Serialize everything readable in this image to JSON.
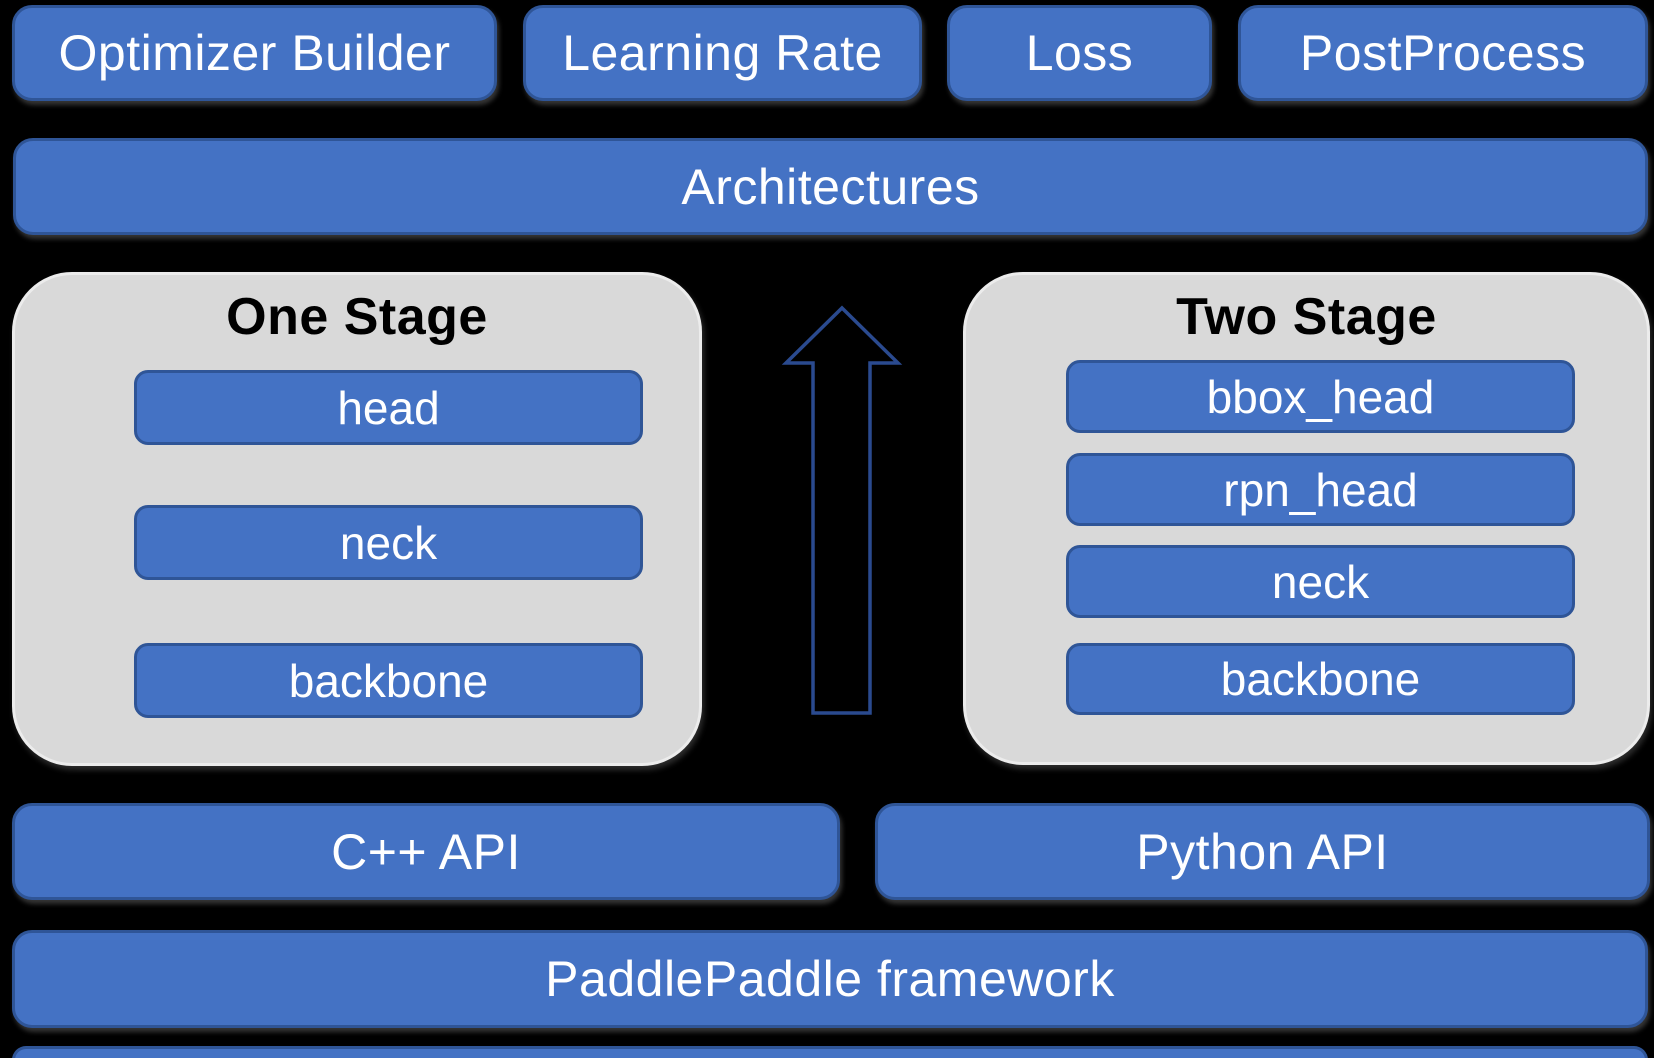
{
  "colors": {
    "bg": "#000000",
    "box_fill": "#4472C4",
    "box_border": "#2F5597",
    "panel_fill": "#D9D9D9",
    "panel_border": "#ECECEC",
    "arrow_stroke": "#2A4A8F",
    "text_light": "#FFFFFF",
    "text_dark": "#000000"
  },
  "top_row": {
    "items": [
      "Optimizer Builder",
      "Learning Rate",
      "Loss",
      "PostProcess"
    ]
  },
  "architectures_bar": {
    "label": "Architectures"
  },
  "one_stage": {
    "title": "One Stage",
    "layers": [
      "head",
      "neck",
      "backbone"
    ]
  },
  "two_stage": {
    "title": "Two Stage",
    "layers": [
      "bbox_head",
      "rpn_head",
      "neck",
      "backbone"
    ]
  },
  "arrow": {
    "icon": "up-arrow"
  },
  "api_row": {
    "cpp": "C++ API",
    "python": "Python API"
  },
  "framework_bar": {
    "label": "PaddlePaddle framework"
  }
}
